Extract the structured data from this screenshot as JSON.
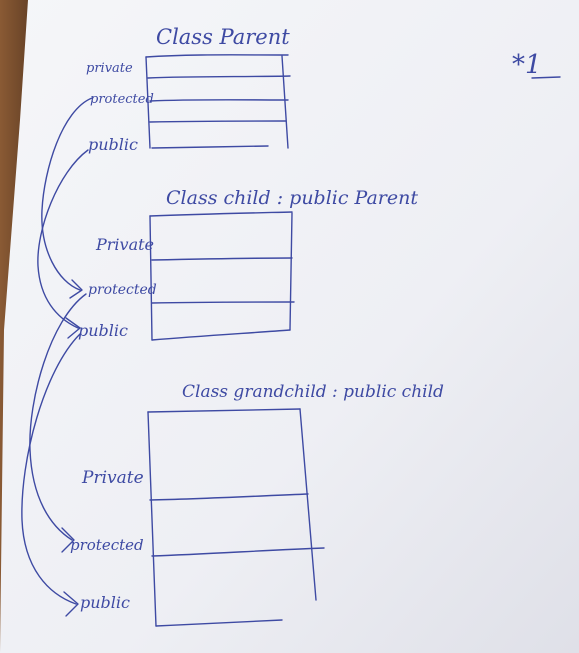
{
  "colors": {
    "ink": "#3e4aa3",
    "paper": "#f1f2f6",
    "paper_shadow": "#dcdde6",
    "desk": "#6d4a2e"
  },
  "page_number": "*1",
  "classes": [
    {
      "title": "Class Parent",
      "access": [
        "private",
        "protected",
        "public"
      ]
    },
    {
      "title": "Class child : public Parent",
      "access": [
        "Private",
        "protected",
        "public"
      ]
    },
    {
      "title": "Class grandchild : public child",
      "access": [
        "Private",
        "protected",
        "public"
      ]
    }
  ]
}
